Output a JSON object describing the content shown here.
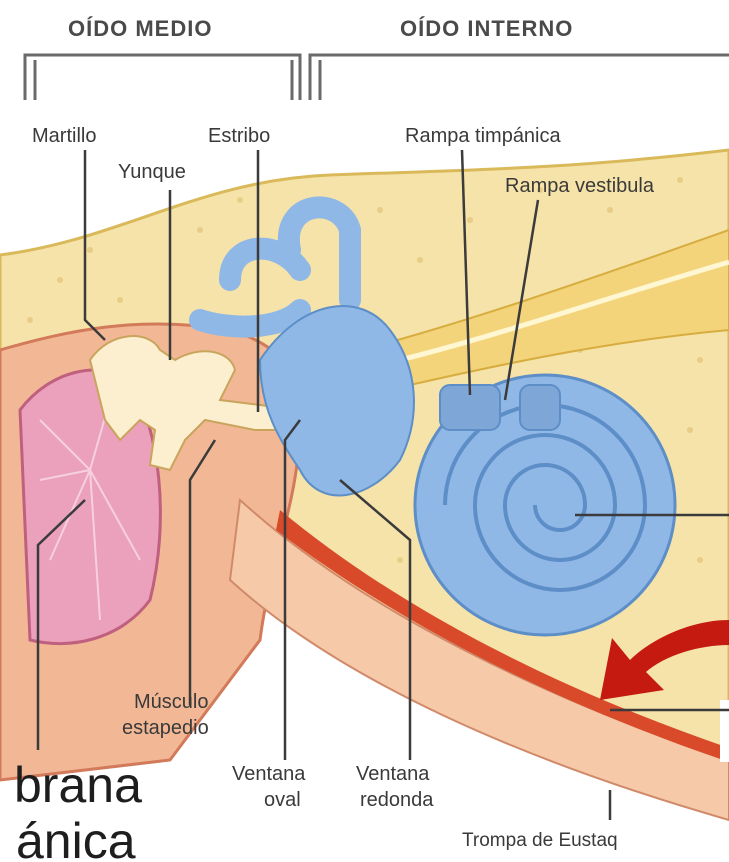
{
  "headers": {
    "middle_ear": "OÍDO MEDIO",
    "inner_ear": "OÍDO INTERNO"
  },
  "labels": {
    "malleus": "Martillo",
    "stapes": "Estribo",
    "incus": "Yunque",
    "scala_tympani": "Rampa timpánica",
    "scala_vestibuli": "Rampa vestibula",
    "stapedius_line1": "Músculo",
    "stapedius_line2": "estapedio",
    "oval_window_line1": "Ventana",
    "oval_window_line2": "oval",
    "round_window_line1": "Ventana",
    "round_window_line2": "redonda",
    "eustachian_tube": "Trompa de Eustaq",
    "membrane_line1": "brana",
    "membrane_line2": "ánica"
  },
  "colors": {
    "bone": "#f6e3a9",
    "labyrinth": "#8fb8e6",
    "tissue": "#f2b896",
    "tympanic_membrane": "#eba0bb",
    "arrow": "#c41a10",
    "nerve": "#f3d47a"
  }
}
